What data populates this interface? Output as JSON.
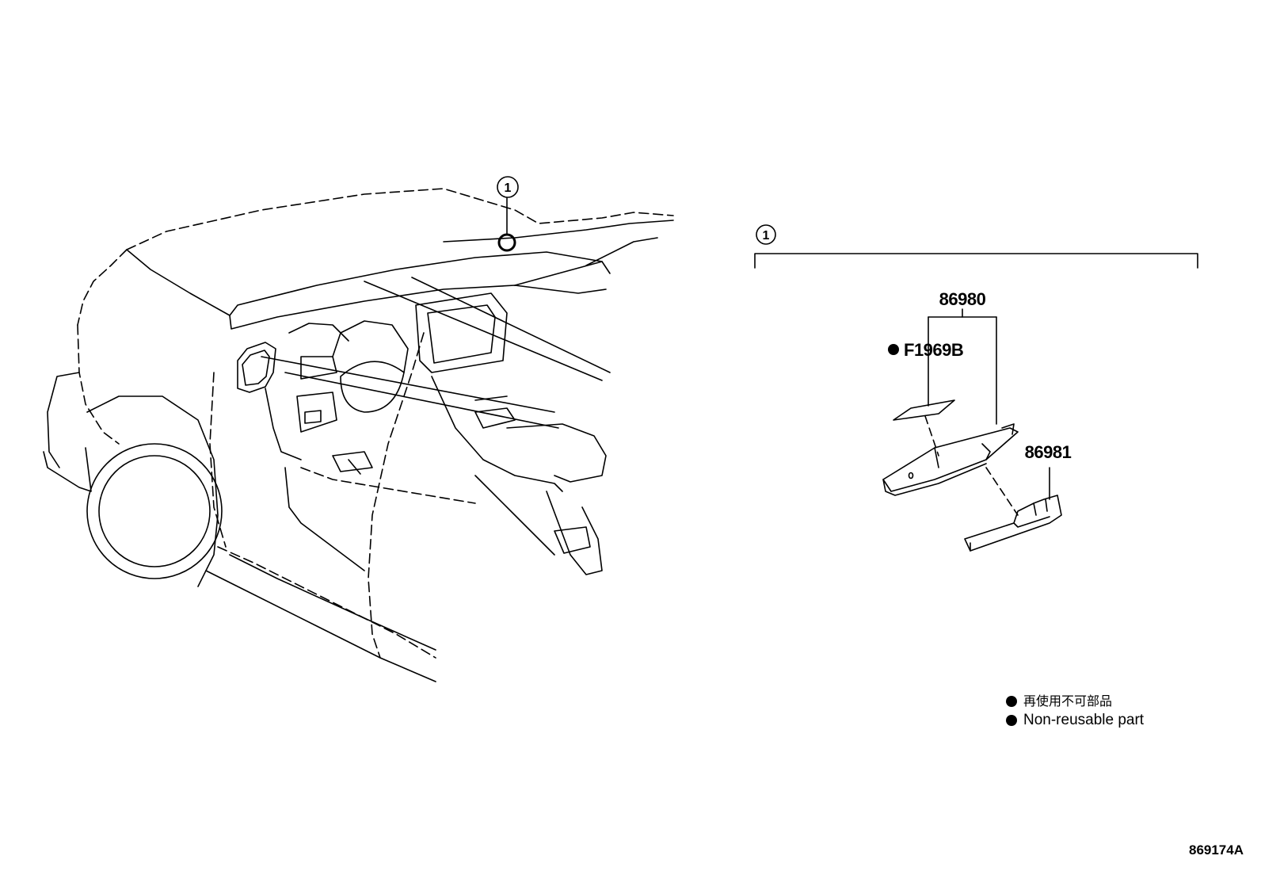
{
  "callouts": {
    "main": "1",
    "detail": "1"
  },
  "parts": {
    "p1": "86980",
    "p2": "F1969B",
    "p3": "86981"
  },
  "legend": {
    "ja": "再使用不可部品",
    "en": "Non-reusable part"
  },
  "figure_id": "869174A",
  "icons": {
    "non_reusable_marker": "filled-circle-icon"
  },
  "colors": {
    "line": "#000000",
    "background": "#ffffff"
  }
}
